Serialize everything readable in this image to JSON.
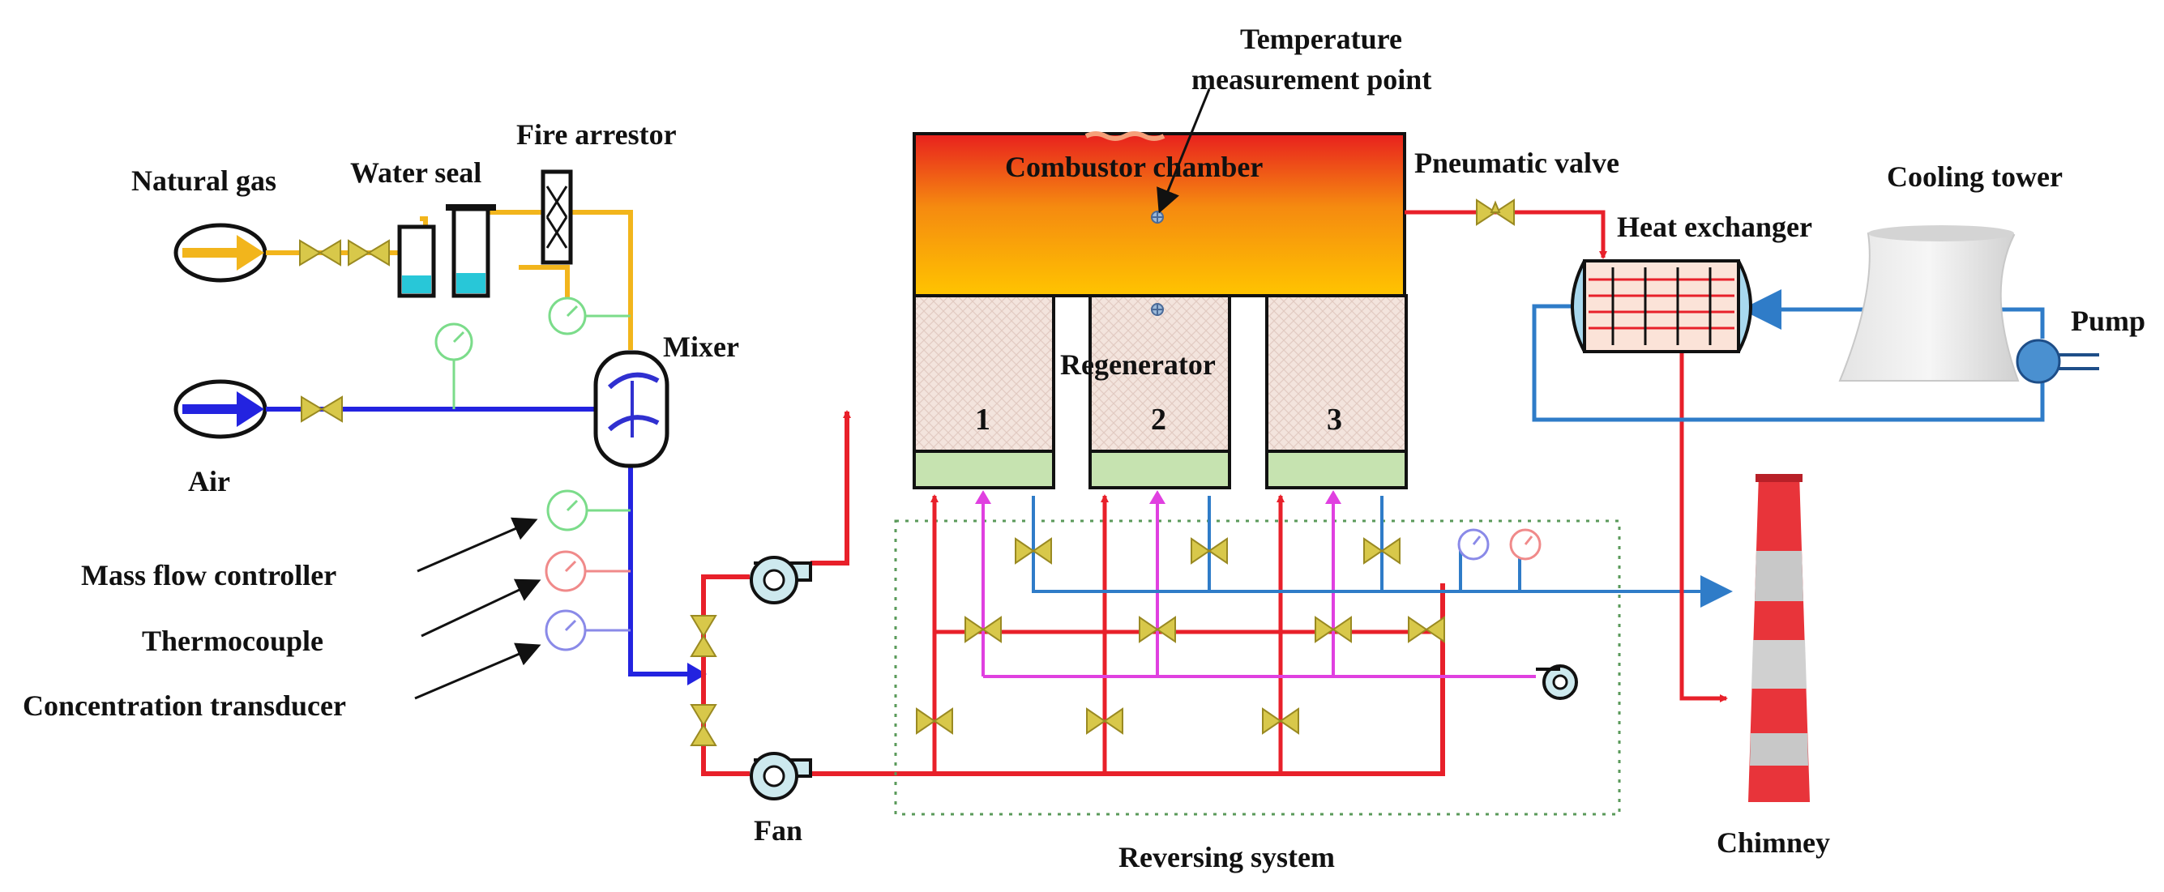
{
  "labels": {
    "natural_gas": "Natural gas",
    "water_seal": "Water seal",
    "fire_arrestor": "Fire arrestor",
    "air": "Air",
    "mixer": "Mixer",
    "mass_flow_controller": "Mass flow controller",
    "thermocouple": "Thermocouple",
    "concentration_transducer": "Concentration transducer",
    "fan": "Fan",
    "temp_point_line1": "Temperature",
    "temp_point_line2": "measurement point",
    "combustor_chamber": "Combustor chamber",
    "regenerator": "Regenerator",
    "chamber_1": "1",
    "chamber_2": "2",
    "chamber_3": "3",
    "pneumatic_valve": "Pneumatic valve",
    "heat_exchanger": "Heat exchanger",
    "cooling_tower": "Cooling tower",
    "pump": "Pump",
    "chimney": "Chimney",
    "reversing_system": "Reversing system"
  },
  "colors": {
    "gas_line": "#f2b51c",
    "air_line": "#2323e0",
    "hot_line": "#e8202a",
    "purge_line": "#e040e0",
    "cool_line": "#2f7cc8",
    "valve": "#d8c84a",
    "regenerator_fill": "#f2e3dc",
    "bed_fill": "#c6e3b0"
  }
}
